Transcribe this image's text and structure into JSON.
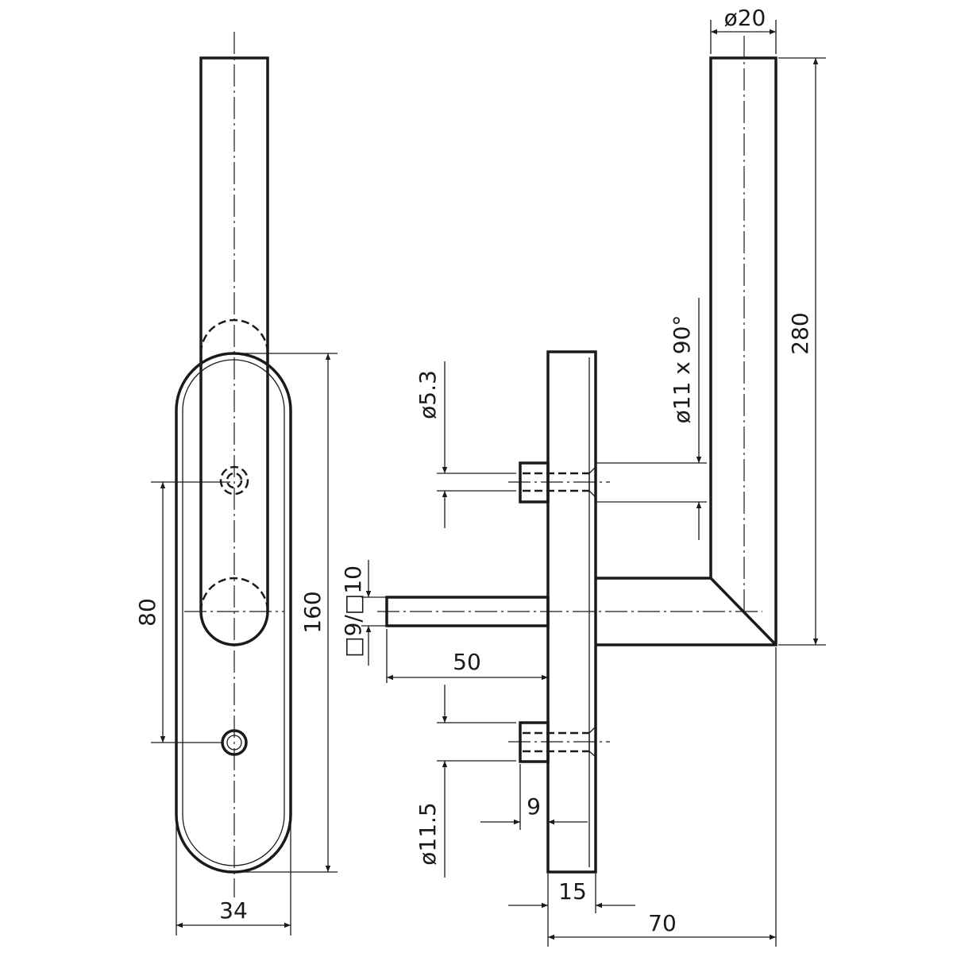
{
  "drawing": {
    "dimensions": {
      "handle_diameter": "ø20",
      "handle_height": "280",
      "countersink": "ø11 x 90°",
      "hole_diameter": "ø5.3",
      "spindle_square": "□9/□10",
      "spindle_length": "50",
      "boss_length": "9",
      "boss_diameter": "ø11.5",
      "plate_thickness": "15",
      "projection": "70",
      "plate_width": "34",
      "hole_spacing": "80",
      "plate_height": "160"
    }
  }
}
